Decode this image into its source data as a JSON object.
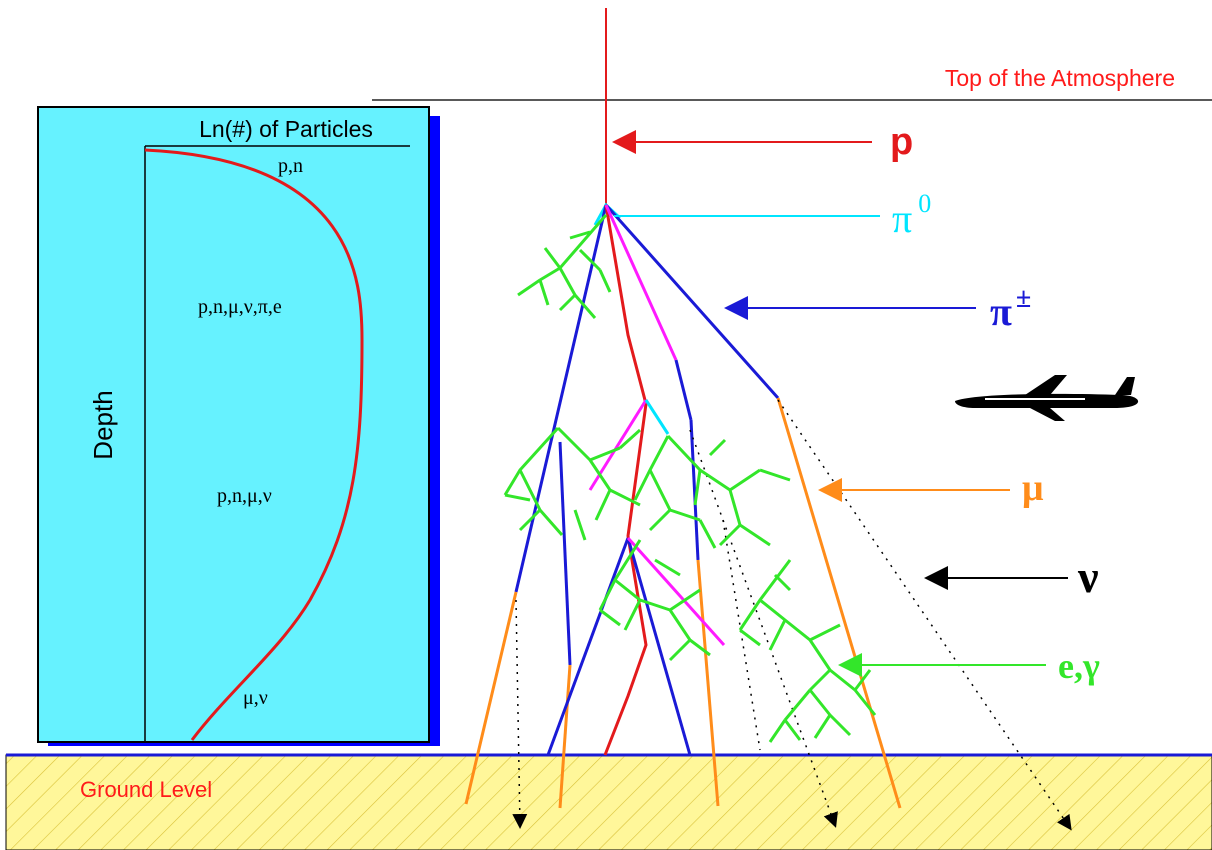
{
  "top_label": "Top of the Atmosphere",
  "ground_label": "Ground Level",
  "panel": {
    "title": "Ln(#) of Particles",
    "axis_label": "Depth",
    "stages": [
      "p,n",
      "p,n,μ,ν,π,e",
      "p,n,μ,ν",
      "μ,ν"
    ]
  },
  "legend": {
    "proton": "p",
    "pi0_base": "π",
    "pi0_sup": "0",
    "pipm_base": "π",
    "pipm_sup": "±",
    "muon": "μ",
    "neutrino": "ν",
    "electron_gamma": "e,γ"
  },
  "icons": [
    "airplane-icon"
  ],
  "colors": {
    "proton": "#e31a1c",
    "pi0": "#00e5ff",
    "pi_charged": "#1a1ad6",
    "muon": "#ff8c1a",
    "neutrino": "#000000",
    "em_shower": "#33e62a",
    "kaon_like": "#ff1aff",
    "panel_fill": "#66f2ff",
    "panel_shadow": "#0000ff",
    "ground_fill": "#fff79a",
    "ground_hatch": "#d9c23a",
    "label_red": "#ff1a1a"
  }
}
